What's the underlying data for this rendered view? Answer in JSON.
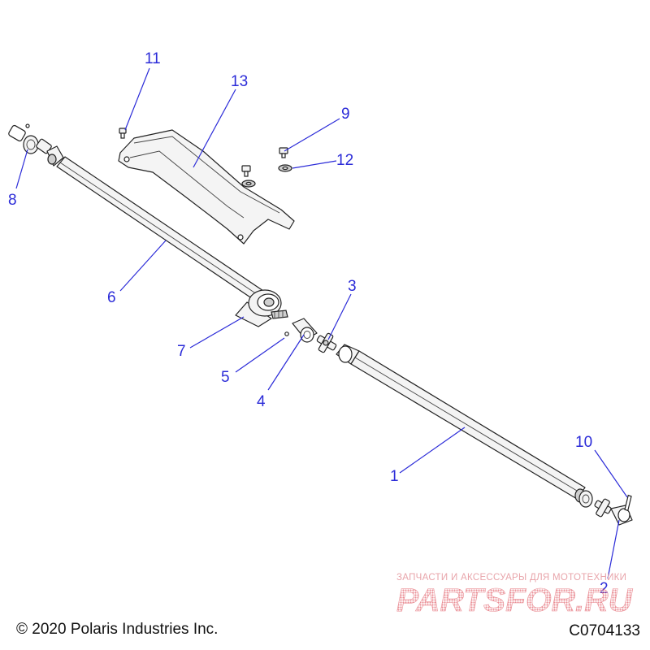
{
  "callouts": [
    {
      "id": "1",
      "label": "1"
    },
    {
      "id": "2",
      "label": "2"
    },
    {
      "id": "3",
      "label": "3"
    },
    {
      "id": "4",
      "label": "4"
    },
    {
      "id": "5",
      "label": "5"
    },
    {
      "id": "6",
      "label": "6"
    },
    {
      "id": "7",
      "label": "7"
    },
    {
      "id": "8",
      "label": "8"
    },
    {
      "id": "9",
      "label": "9"
    },
    {
      "id": "10",
      "label": "10"
    },
    {
      "id": "11",
      "label": "11"
    },
    {
      "id": "12",
      "label": "12"
    },
    {
      "id": "13",
      "label": "13"
    }
  ],
  "footer": {
    "copyright": "© 2020 Polaris Industries Inc.",
    "code": "C0704133"
  },
  "watermark": {
    "tagline": "ЗАПЧАСТИ И АКСЕССУАРЫ ДЛЯ МОТОТЕХНИКИ",
    "logo": "PARTSFOR.RU"
  },
  "colors": {
    "callout": "#2b2bd8",
    "watermark": "#d9323f"
  }
}
